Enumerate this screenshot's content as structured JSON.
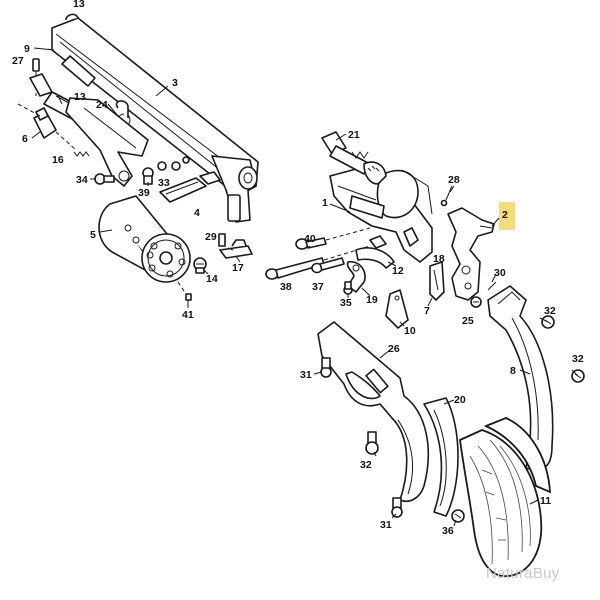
{
  "labels": {
    "p13": "13",
    "p9": "9",
    "p27": "27",
    "p3": "3",
    "p24": "24",
    "p6": "6",
    "p16": "16",
    "p34": "34",
    "p39": "39",
    "p33": "33",
    "p4": "4",
    "p5": "5",
    "p21": "21",
    "p28": "28",
    "p2": "2",
    "p1": "1",
    "p40": "40",
    "p29": "29",
    "p38": "38",
    "p37": "37",
    "p17": "17",
    "p14": "14",
    "p41": "41",
    "p35": "35",
    "p12": "12",
    "p18": "18",
    "p30": "30",
    "p19": "19",
    "p10": "10",
    "p7": "7",
    "p25": "25",
    "p32a": "32",
    "p32b": "32",
    "p8": "8",
    "p26": "26",
    "p31a": "31",
    "p20": "20",
    "p32c": "32",
    "p11": "11",
    "p31b": "31",
    "p36": "36"
  },
  "highlighted_part": "2",
  "highlight_color": "#f3dc7a",
  "watermark": "NaturaBuy"
}
